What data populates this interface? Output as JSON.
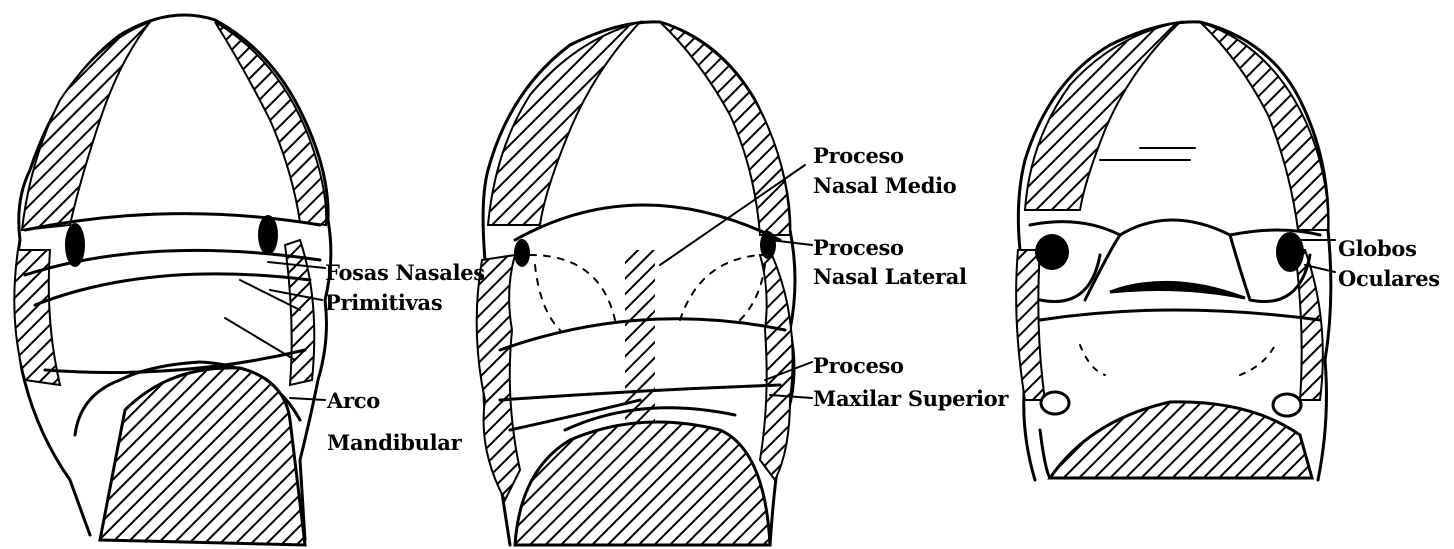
{
  "figure": {
    "panels": [
      {
        "name": "stage-1",
        "labels": [
          {
            "key": "fosas_nasales",
            "text": "Fosas Nasales"
          },
          {
            "key": "primitivas",
            "text": "Primitivas"
          },
          {
            "key": "arco",
            "text": "Arco"
          },
          {
            "key": "mandibular",
            "text": "Mandibular"
          }
        ]
      },
      {
        "name": "stage-2",
        "labels": [
          {
            "key": "proceso_1",
            "text": "Proceso"
          },
          {
            "key": "nasal_medio",
            "text": "Nasal Medio"
          },
          {
            "key": "proceso_2",
            "text": "Proceso"
          },
          {
            "key": "nasal_lateral",
            "text": "Nasal Lateral"
          },
          {
            "key": "proceso_3",
            "text": "Proceso"
          },
          {
            "key": "maxilar_superior",
            "text": "Maxilar Superior"
          }
        ]
      },
      {
        "name": "stage-3",
        "labels": [
          {
            "key": "globos",
            "text": "Globos"
          },
          {
            "key": "oculares",
            "text": "Oculares"
          }
        ]
      }
    ],
    "colors": {
      "ink": "#000000",
      "background": "#ffffff"
    }
  }
}
